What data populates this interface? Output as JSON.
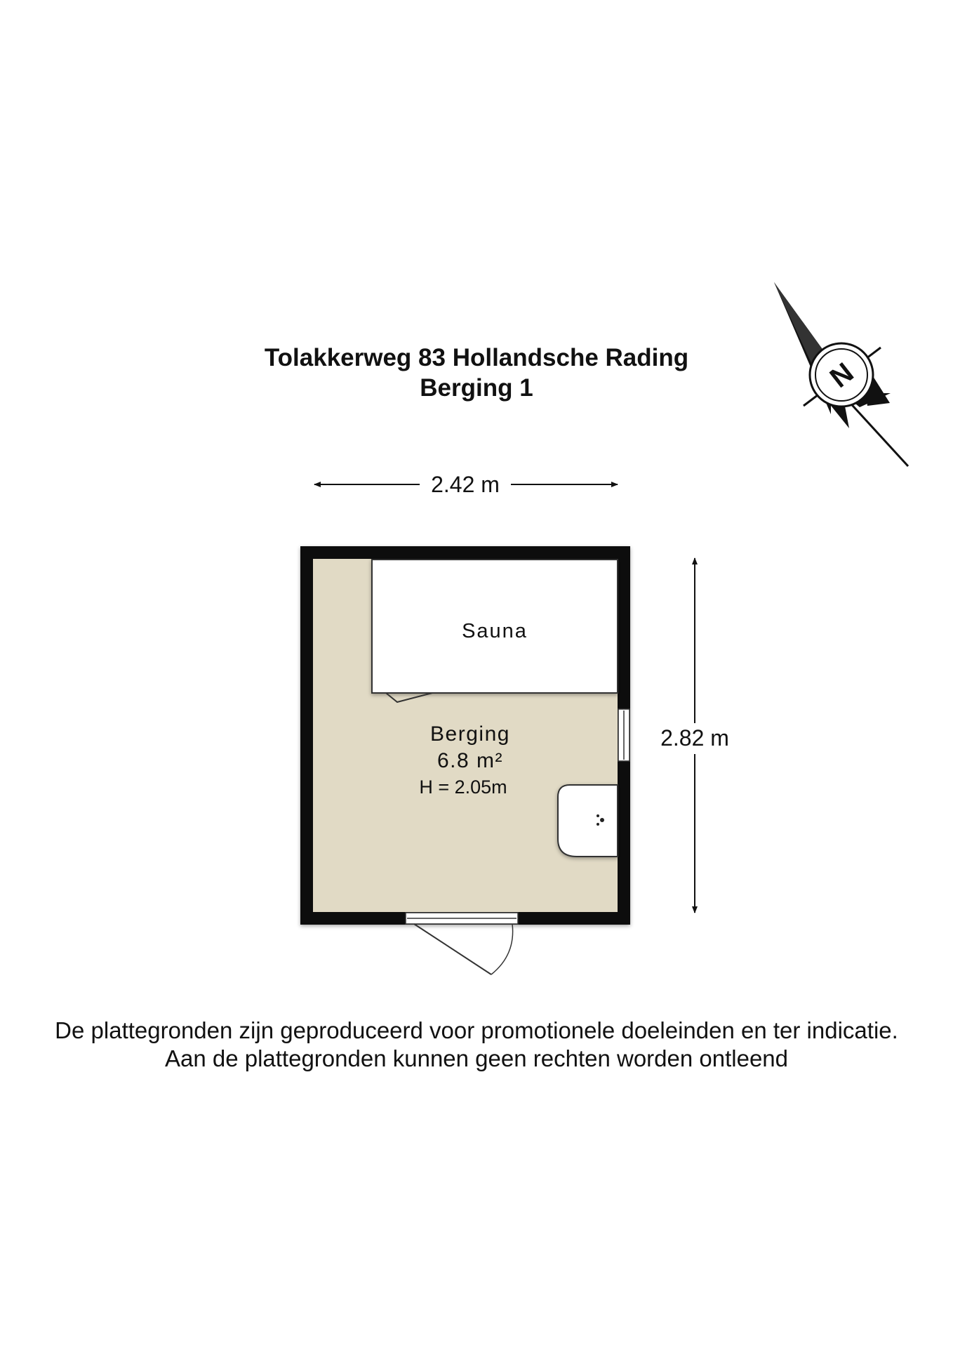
{
  "header": {
    "address": "Tolakkerweg 83 Hollandsche Rading",
    "floor": "Berging 1"
  },
  "dimensions": {
    "width": "2.42 m",
    "height": "2.82 m"
  },
  "rooms": {
    "sauna": {
      "label": "Sauna"
    },
    "berging": {
      "label": "Berging",
      "area": "6.8 m²",
      "ceiling_height": "H = 2.05m"
    }
  },
  "compass": {
    "letter": "N",
    "icon": "north-compass-icon"
  },
  "colors": {
    "floor": "#e1dac5",
    "wall": "#0d0d0d",
    "fixture": "#ffffff"
  },
  "disclaimer": {
    "line1": "De plattegronden zijn geproduceerd voor promotionele doeleinden en ter indicatie.",
    "line2": "Aan de plattegronden kunnen geen rechten worden ontleend"
  }
}
